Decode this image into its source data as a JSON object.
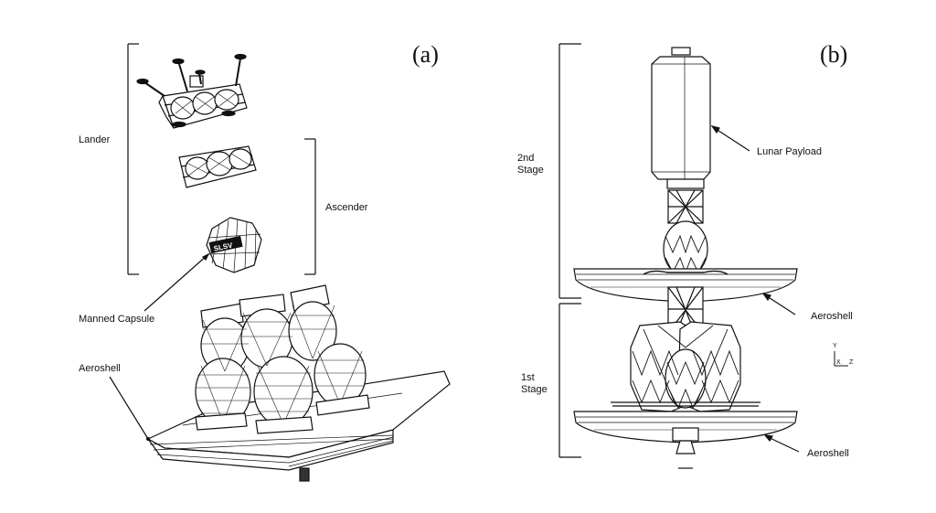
{
  "panel_a": {
    "id_label": "(a)",
    "labels": {
      "lander": "Lander",
      "ascender": "Ascender",
      "manned_capsule": "Manned Capsule",
      "aeroshell": "Aeroshell",
      "capsule_marking": "SLSV"
    }
  },
  "panel_b": {
    "id_label": "(b)",
    "labels": {
      "second_stage_line1": "2nd",
      "second_stage_line2": "Stage",
      "first_stage_line1": "1st",
      "first_stage_line2": "Stage",
      "lunar_payload": "Lunar Payload",
      "aeroshell_upper": "Aeroshell",
      "aeroshell_lower": "Aeroshell"
    },
    "axes": {
      "y": "Y",
      "x": "X",
      "z": "Z"
    }
  },
  "colors": {
    "ink": "#111111",
    "background": "#ffffff"
  }
}
